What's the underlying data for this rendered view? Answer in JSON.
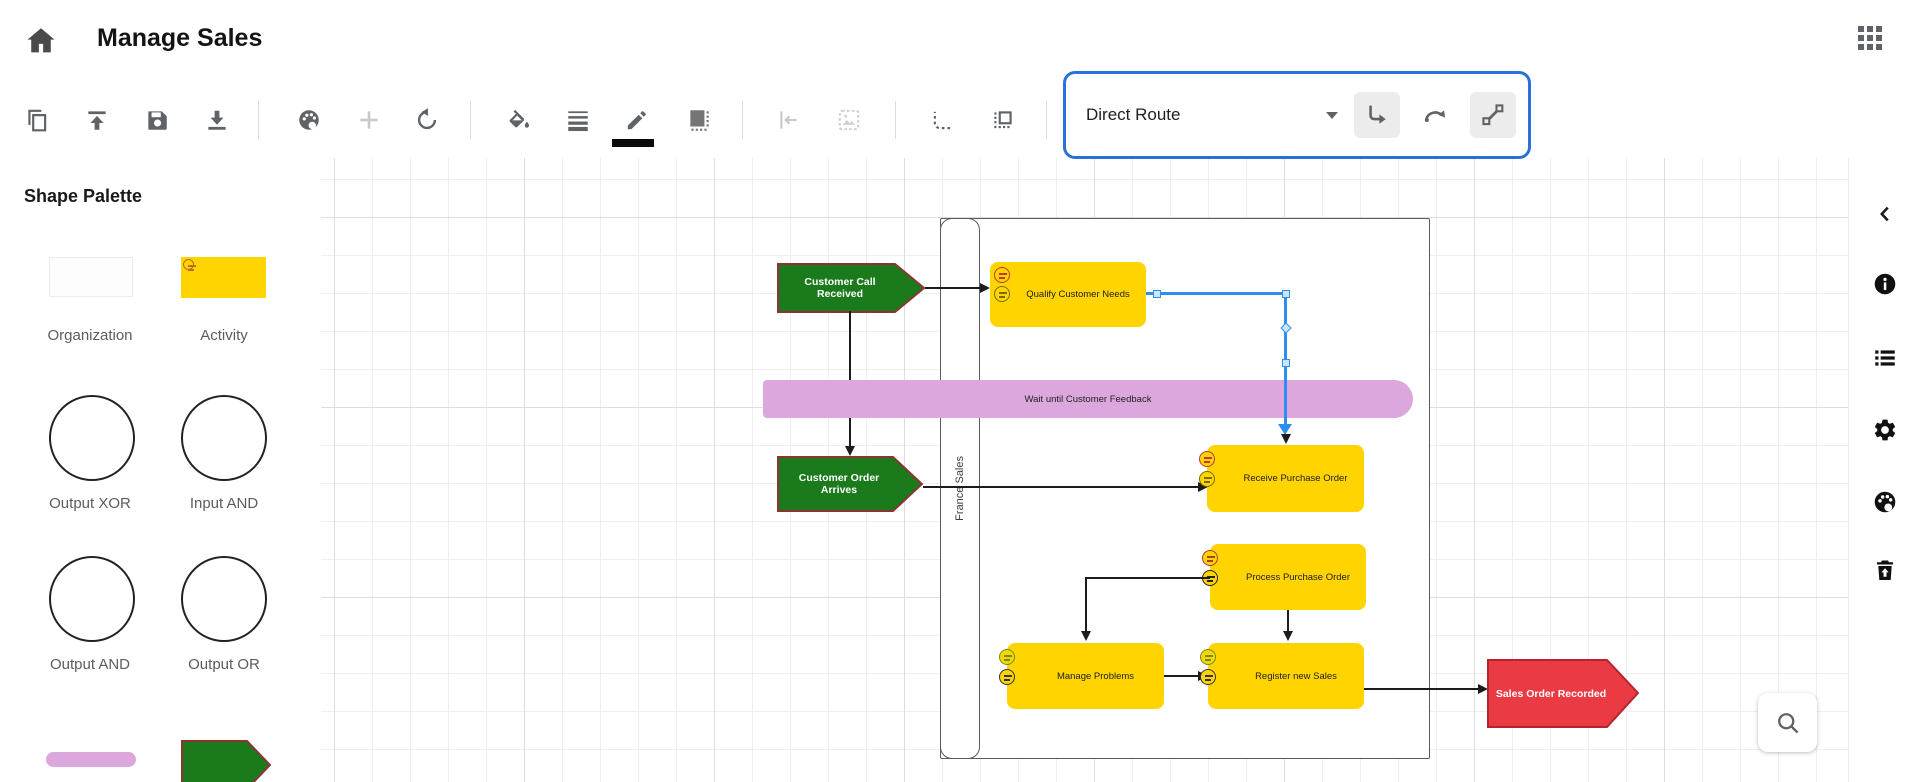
{
  "header": {
    "title": "Manage Sales"
  },
  "toolbar": {
    "route_style": {
      "value": "Direct Route"
    }
  },
  "palette": {
    "title": "Shape Palette",
    "items": [
      {
        "label": "Organization"
      },
      {
        "label": "Activity"
      },
      {
        "label": "Output XOR"
      },
      {
        "label": "Input AND"
      },
      {
        "label": "Output AND"
      },
      {
        "label": "Output OR"
      }
    ]
  },
  "diagram": {
    "lane_label": "France Sales",
    "events": {
      "customer_call": "Customer Call Received",
      "customer_order": "Customer Order Arrives",
      "sales_recorded": "Sales Order Recorded"
    },
    "activities": {
      "qualify": "Qualify Customer Needs",
      "receive": "Receive Purchase Order",
      "process": "Process Purchase Order",
      "manage": "Manage Problems",
      "register": "Register new Sales"
    },
    "process_interface": "Wait until Customer Feedback"
  },
  "icons": {
    "home": "house",
    "apps_grid": "3x3-grid",
    "copy": "duplicate-pages",
    "upload": "arrow-up-to-bar",
    "save": "floppy-disk",
    "download": "arrow-down-to-bar",
    "theme_palette": "paint-palette",
    "add": "plus",
    "undo": "rotate-left",
    "fill_color": "paint-bucket",
    "line_weight": "stacked-lines",
    "edit_color": "pencil",
    "shadow": "shaded-square",
    "align_left": "bar-left-arrow",
    "image": "image-placeholder",
    "select_region": "dashed-rounded-corner",
    "select_padding": "dotted-square",
    "route_elbow": "elbow-arrow",
    "route_curved": "curved-arrow",
    "route_straight": "diagonal-connector",
    "collapse": "chevron-left",
    "info": "info-circle",
    "outline": "list",
    "settings": "gear",
    "style_palette": "paint-palette",
    "delete": "trash-with-up-arrow",
    "zoom": "magnifier"
  },
  "colors": {
    "selection_blue": "#2b6fd8",
    "connector_blue": "#2e8ef0",
    "activity_yellow": "#ffd400",
    "event_green": "#1b7a1b",
    "event_red": "#ea3b45",
    "interface_purple": "#dba7dc"
  }
}
